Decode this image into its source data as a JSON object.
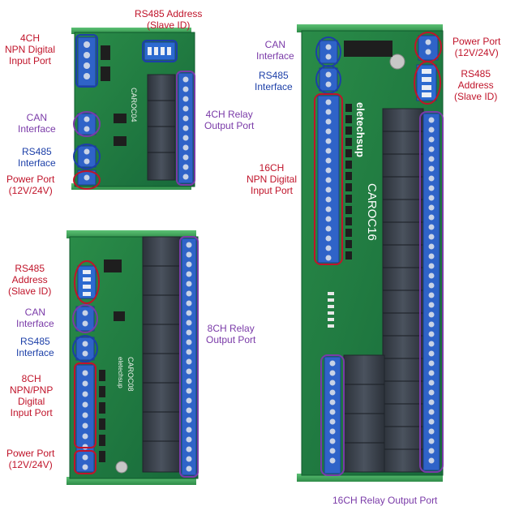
{
  "colors": {
    "red": "#c0142a",
    "blue": "#1c3fa8",
    "purple": "#7a3aa8",
    "pcb": "#1c7a3c",
    "rail": "#3ea85a",
    "terminal": "#2f63c8",
    "relay": "#3c4450"
  },
  "boards": {
    "b4": {
      "model": "CAROC04"
    },
    "b8": {
      "model": "CAROC08",
      "brand": "eletechsup"
    },
    "b16": {
      "model": "CAROC16",
      "brand": "eletechsup"
    }
  },
  "labels": {
    "b4_rs485_addr": [
      "RS485 Address",
      "(Slave ID)"
    ],
    "b4_input": [
      "4CH",
      "NPN Digital",
      "Input Port"
    ],
    "b4_can": [
      "CAN",
      "Interface"
    ],
    "b4_rs485": [
      "RS485",
      "Interface"
    ],
    "b4_power": [
      "Power Port",
      "(12V/24V)"
    ],
    "b4_relay": [
      "4CH Relay",
      "Output Port"
    ],
    "b8_rs485_addr": [
      "RS485",
      "Address",
      "(Slave ID)"
    ],
    "b8_can": [
      "CAN",
      "Interface"
    ],
    "b8_rs485": [
      "RS485",
      "Interface"
    ],
    "b8_input": [
      "8CH",
      "NPN/PNP",
      "Digital",
      "Input Port"
    ],
    "b8_power": [
      "Power Port",
      "(12V/24V)"
    ],
    "b8_relay": [
      "8CH Relay",
      "Output Port"
    ],
    "b16_can": [
      "CAN",
      "Interface"
    ],
    "b16_rs485": [
      "RS485",
      "Interface"
    ],
    "b16_input": [
      "16CH",
      "NPN Digital",
      "Input Port"
    ],
    "b16_power": [
      "Power Port",
      "(12V/24V)"
    ],
    "b16_rs485_addr": [
      "RS485",
      "Address",
      "(Slave ID)"
    ],
    "b16_relay": [
      "16CH Relay Output Port"
    ]
  }
}
